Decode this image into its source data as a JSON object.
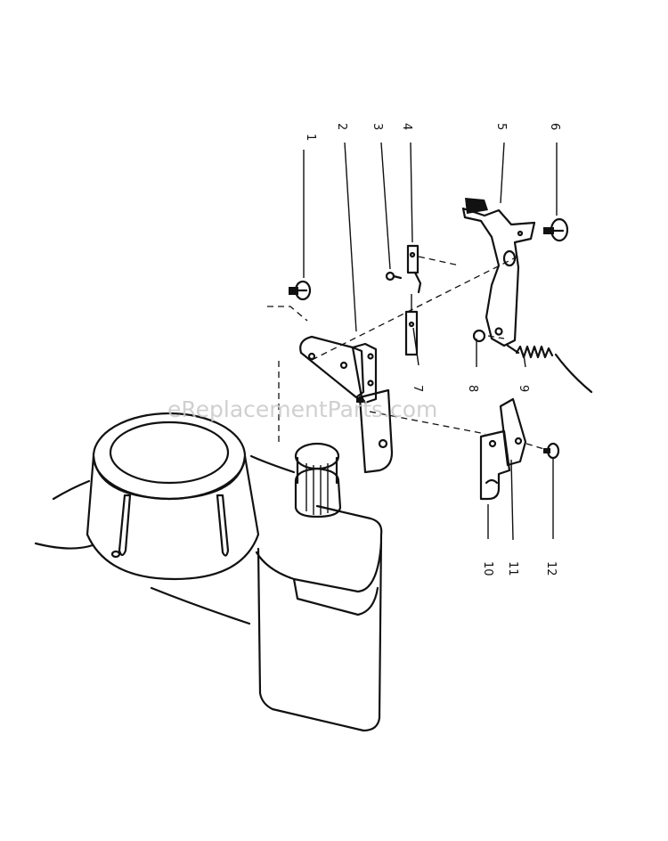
{
  "watermark": "eReplacementParts.com",
  "callouts": [
    "1",
    "2",
    "3",
    "4",
    "5",
    "6",
    "7",
    "8",
    "9",
    "10",
    "11",
    "12"
  ],
  "colors": {
    "ink": "#111111",
    "paper": "#ffffff",
    "watermark": "#c8c8c8"
  }
}
